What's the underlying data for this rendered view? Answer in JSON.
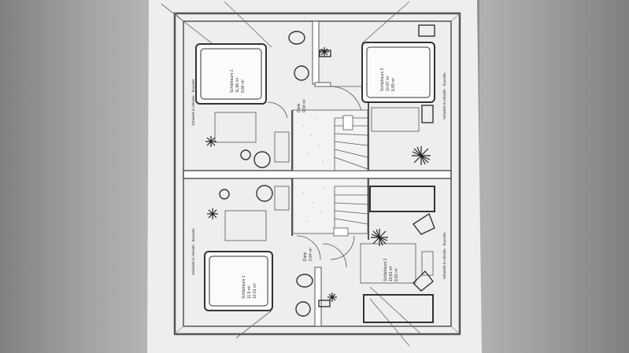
{
  "colors": {
    "paper": "#eceef0",
    "wall": "#555",
    "line": "#444"
  },
  "labels": {
    "upper_left_room": {
      "name": "Schlafraum 1",
      "area": "11,86 m²",
      "floor": "9,86 m²"
    },
    "upper_right_room": {
      "name": "Schlafraum 2",
      "area": "10,87 m²",
      "floor": "8,89 m²"
    },
    "lower_left_room": {
      "name": "Schlafraum 1",
      "area": "11,9 m²",
      "floor": "10,01 m²"
    },
    "lower_right_room": {
      "name": "Schlafraum 2",
      "area": "10,81 m²",
      "floor": "9,82 m²"
    },
    "upper_hall": {
      "name": "Diele",
      "area": "0,94 m²"
    },
    "lower_hall": {
      "name": "Diele",
      "area": "0,94 m²"
    },
    "wall_left_upper": "Schwelle in Abseite · bauseits",
    "wall_right_upper": "Schwelle in Abseite · bauseits",
    "wall_left_lower": "Schwelle in Abseite · bauseits",
    "wall_right_lower": "Schwelle in Abseite · bauseits"
  }
}
